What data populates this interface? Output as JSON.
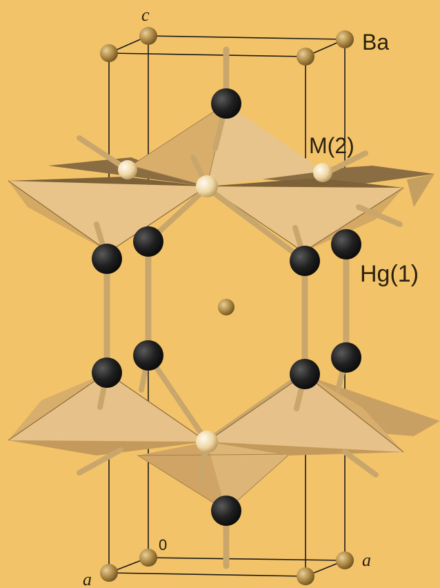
{
  "labels": {
    "ba": "Ba",
    "m2": "M(2)",
    "hg1": "Hg(1)",
    "axis_c": "c",
    "axis_a_left": "a",
    "axis_a_right": "a",
    "origin": "0"
  },
  "colors": {
    "background": "#f3c369",
    "polyhedron_light": "#e8c48a",
    "polyhedron_mid": "#d9ad6a",
    "polyhedron_dark": "#8f7346",
    "bond": "#c9a76c",
    "ba_atom": "#b08a4a",
    "hg_atom": "#1c1c1c",
    "m2_atom": "#f5dfb0",
    "cell_edge": "#1a1a1a"
  }
}
